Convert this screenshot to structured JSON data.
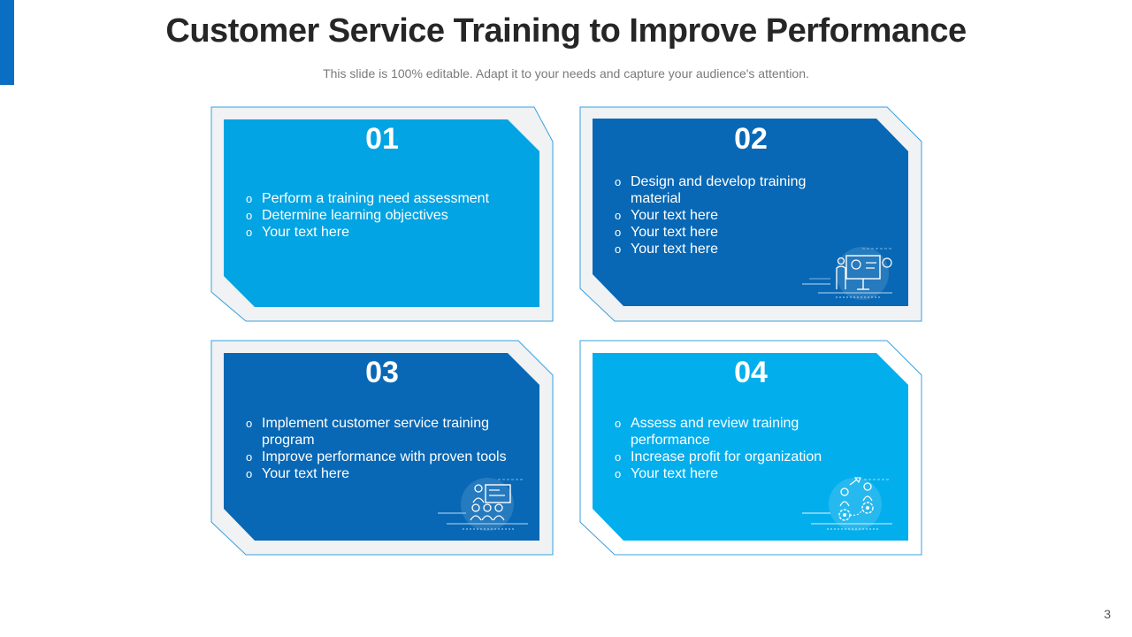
{
  "header": {
    "title": "Customer Service Training to Improve Performance",
    "subtitle": "This slide is 100% editable. Adapt it to your needs and capture your audience's attention."
  },
  "cards": [
    {
      "number": "01",
      "items": [
        "Perform a training need assessment",
        "Determine learning objectives",
        "Your text here"
      ],
      "color": "#02a4e3"
    },
    {
      "number": "02",
      "items": [
        "Design and develop training material",
        "Your text here",
        "Your text here",
        "Your text here"
      ],
      "color": "#0868b5",
      "icon": "presentation-board-icon"
    },
    {
      "number": "03",
      "items": [
        "Implement customer service training program",
        "Improve performance with proven tools",
        "Your text here"
      ],
      "color": "#0868b5",
      "icon": "classroom-training-icon"
    },
    {
      "number": "04",
      "items": [
        "Assess and review training performance",
        "Increase profit for organization",
        "Your text here"
      ],
      "color": "#03aeed",
      "icon": "teamwork-gears-icon"
    }
  ],
  "footer": {
    "page_number": "3"
  },
  "colors": {
    "accent": "#0a6fc2",
    "frame": "#f0f2f4",
    "frame_border": "#3aa0dc"
  }
}
